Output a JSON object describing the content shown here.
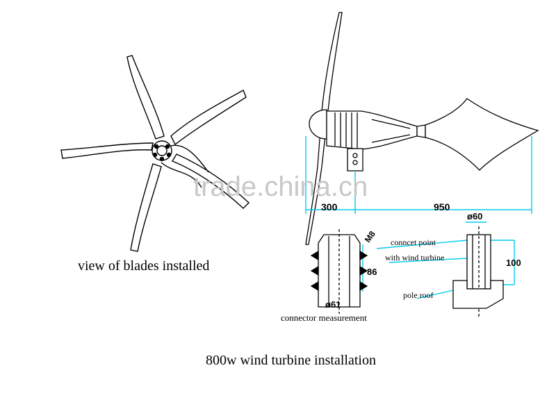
{
  "labels": {
    "blades_view": "view of blades installed",
    "main_caption": "800w wind turbine installation",
    "connector_measurement": "connector measurement",
    "connect_point_line1": "conncet point",
    "connect_point_line2": "with wind turbine",
    "pole_roof": "pole roof"
  },
  "dimensions": {
    "hub_length": "300",
    "body_length": "950",
    "connector_dia": "ø61",
    "connector_height": "86",
    "bolt": "M8",
    "pole_dia": "ø60",
    "pole_height": "100"
  },
  "watermark": "trade.china.cn",
  "colors": {
    "line": "#000000",
    "dimension": "#00ccee",
    "watermark": "#c8c8c8"
  }
}
